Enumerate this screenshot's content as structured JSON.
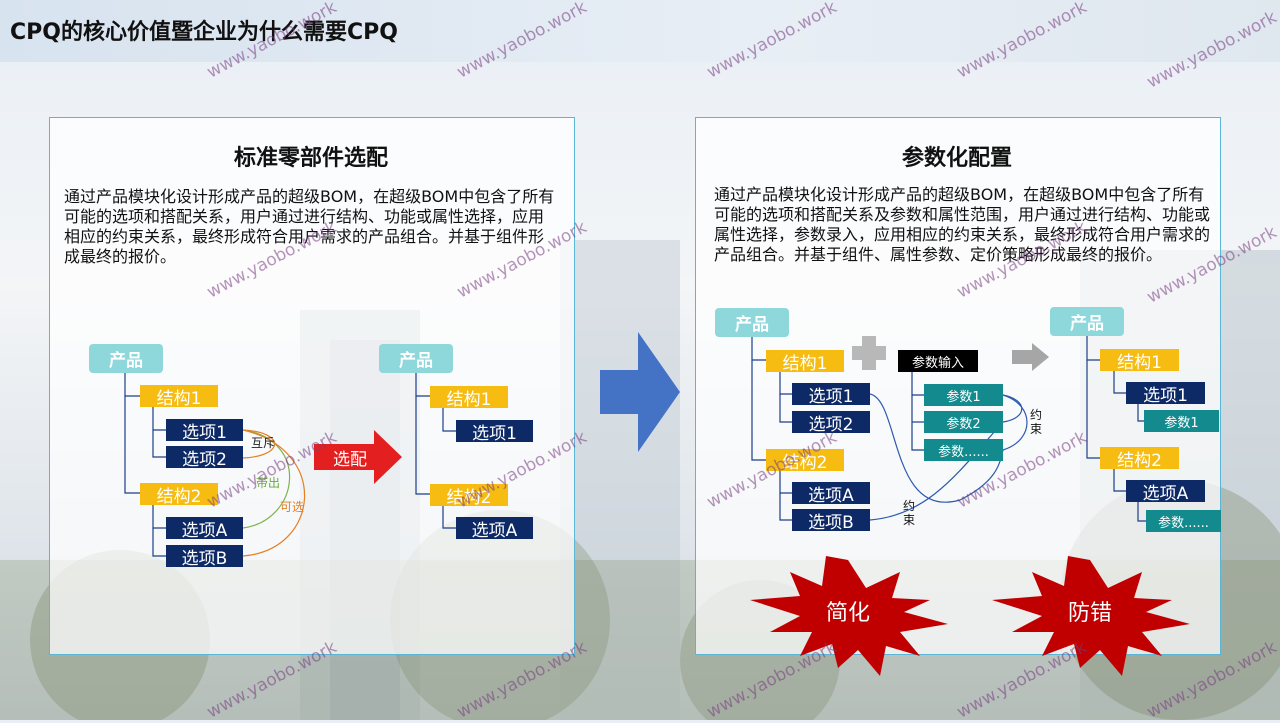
{
  "title": "CPQ的核心价值暨企业为什么需要CPQ",
  "watermark": "www.yaobo.work",
  "left_panel": {
    "heading": "标准零部件选配",
    "description": "通过产品模块化设计形成产品的超级BOM，在超级BOM中包含了所有可能的选项和搭配关系，用户通过进行结构、功能或属性选择，应用相应的约束关系，最终形成符合用户需求的产品组合。并基于组件形成最终的报价。",
    "tree_a": {
      "product": "产品",
      "struct1": "结构1",
      "opt1": "选项1",
      "opt2": "选项2",
      "struct2": "结构2",
      "optA": "选项A",
      "optB": "选项B"
    },
    "relations": {
      "mutex": "互斥",
      "derive": "带出",
      "optional": "可选"
    },
    "arrow_label": "选配",
    "tree_b": {
      "product": "产品",
      "struct1": "结构1",
      "opt1": "选项1",
      "struct2": "结构2",
      "optA": "选项A"
    }
  },
  "right_panel": {
    "heading": "参数化配置",
    "description": "通过产品模块化设计形成产品的超级BOM，在超级BOM中包含了所有可能的选项和搭配关系及参数和属性范围，用户通过进行结构、功能或属性选择，参数录入，应用相应的约束关系，最终形成符合用户需求的产品组合。并基于组件、属性参数、定价策略形成最终的报价。",
    "tree_a": {
      "product": "产品",
      "struct1": "结构1",
      "opt1": "选项1",
      "opt2": "选项2",
      "struct2": "结构2",
      "optA": "选项A",
      "optB": "选项B"
    },
    "param_input": "参数输入",
    "params": [
      "参数1",
      "参数2",
      "参数......"
    ],
    "constraint_label_1": "约\n束",
    "constraint_label_2": "约\n束",
    "tree_b": {
      "product": "产品",
      "struct1": "结构1",
      "opt1": "选项1",
      "param1": "参数1",
      "struct2": "结构2",
      "optA": "选项A",
      "param_more": "参数......"
    },
    "burst1": "简化",
    "burst2": "防错"
  },
  "colors": {
    "product": "#8ed8dc",
    "structure": "#f6bc12",
    "option": "#0d2a66",
    "param": "#128a8e",
    "big_arrow": "#4472c4",
    "red": "#e41f1f",
    "burst": "#c00000"
  }
}
